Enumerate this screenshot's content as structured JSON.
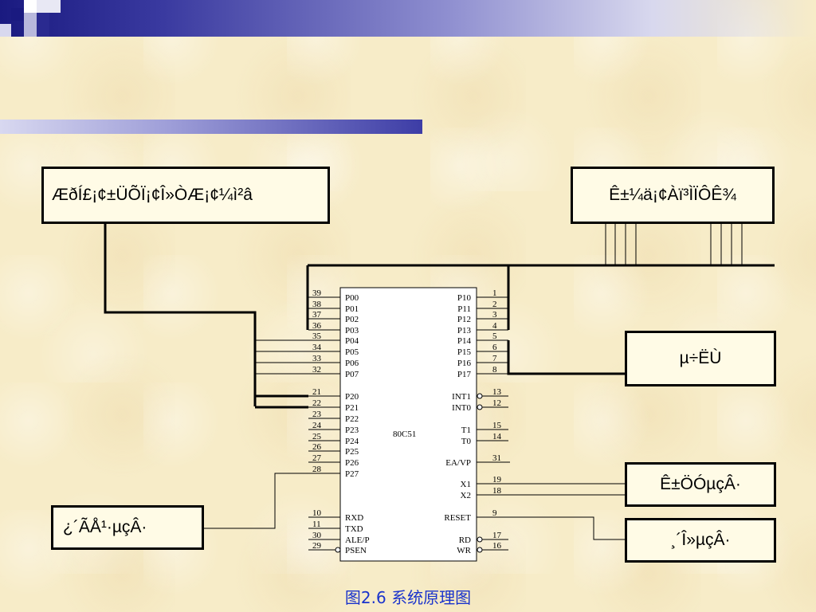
{
  "boxes": {
    "top_left": "ÆðÍ£¡¢±ÜÕÏ¡¢Î»ÒÆ¡¢¼ì²â",
    "top_right": "Ê±¼ä¡¢Àï³ÌÏÔÊ¾",
    "mid_right": "µ÷ËÙ",
    "crystal": "Ê±ÖÓµçÂ·",
    "bottom_left": "¿´ÃÅ¹·µçÂ·",
    "reset": "¸´Î»µçÂ·"
  },
  "chip": {
    "name": "80C51",
    "left_pins": [
      {
        "num": "39",
        "label": "P00"
      },
      {
        "num": "38",
        "label": "P01"
      },
      {
        "num": "37",
        "label": "P02"
      },
      {
        "num": "36",
        "label": "P03"
      },
      {
        "num": "35",
        "label": "P04"
      },
      {
        "num": "34",
        "label": "P05"
      },
      {
        "num": "33",
        "label": "P06"
      },
      {
        "num": "32",
        "label": "P07"
      },
      {
        "num": "21",
        "label": "P20"
      },
      {
        "num": "22",
        "label": "P21"
      },
      {
        "num": "23",
        "label": "P22"
      },
      {
        "num": "24",
        "label": "P23"
      },
      {
        "num": "25",
        "label": "P24"
      },
      {
        "num": "26",
        "label": "P25"
      },
      {
        "num": "27",
        "label": "P26"
      },
      {
        "num": "28",
        "label": "P27"
      },
      {
        "num": "10",
        "label": "RXD"
      },
      {
        "num": "11",
        "label": "TXD"
      },
      {
        "num": "30",
        "label": "ALE/P"
      },
      {
        "num": "29",
        "label": "PSEN"
      }
    ],
    "right_pins": [
      {
        "num": "1",
        "label": "P10"
      },
      {
        "num": "2",
        "label": "P11"
      },
      {
        "num": "3",
        "label": "P12"
      },
      {
        "num": "4",
        "label": "P13"
      },
      {
        "num": "5",
        "label": "P14"
      },
      {
        "num": "6",
        "label": "P15"
      },
      {
        "num": "7",
        "label": "P16"
      },
      {
        "num": "8",
        "label": "P17"
      },
      {
        "num": "13",
        "label": "INT1"
      },
      {
        "num": "12",
        "label": "INT0"
      },
      {
        "num": "15",
        "label": "T1"
      },
      {
        "num": "14",
        "label": "T0"
      },
      {
        "num": "31",
        "label": "EA/VP"
      },
      {
        "num": "19",
        "label": "X1"
      },
      {
        "num": "18",
        "label": "X2"
      },
      {
        "num": "9",
        "label": "RESET"
      },
      {
        "num": "17",
        "label": "RD"
      },
      {
        "num": "16",
        "label": "WR"
      }
    ]
  },
  "caption": "图2.6 系统原理图"
}
